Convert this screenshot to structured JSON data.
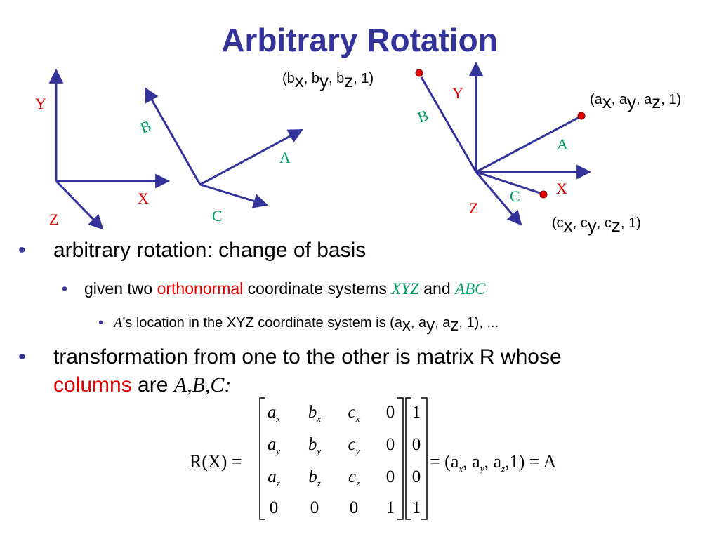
{
  "title": "Arbitrary Rotation",
  "colors": {
    "title": "#333399",
    "axes": "#333399",
    "xyz_labels": "#e00000",
    "abc_labels": "#009966",
    "point": "#e00000"
  },
  "diagram": {
    "left_xyz": {
      "y": "Y",
      "x": "X",
      "z": "Z"
    },
    "middle_abc": {
      "b": "B",
      "a": "A",
      "c": "C"
    },
    "right": {
      "b": "B",
      "y": "Y",
      "a": "A",
      "x": "X",
      "c": "C",
      "z": "Z"
    },
    "points": {
      "b": {
        "pre": "(b",
        "s1": "x",
        "m1": ", b",
        "s2": "y",
        "m2": ", b",
        "s3": "z",
        "post": ", 1)"
      },
      "a": {
        "pre": "(a",
        "s1": "x",
        "m1": ", a",
        "s2": "y",
        "m2": ", a",
        "s3": "z",
        "post": ", 1)"
      },
      "c": {
        "pre": "(c",
        "s1": "x",
        "m1": ", c",
        "s2": "y",
        "m2": ", c",
        "s3": "z",
        "post": ", 1)"
      }
    }
  },
  "bullets": {
    "b1": "arbitrary rotation: change of basis",
    "b2": {
      "pre": "given two ",
      "red": "orthonormal",
      "mid": " coordinate systems ",
      "xyz": "XYZ",
      "and": " and ",
      "abc": "ABC"
    },
    "b3": {
      "a": "A",
      "rest": "’s location in the XYZ coordinate system is (a",
      "s1": "x",
      "m1": ", a",
      "s2": "y",
      "m2": ", a",
      "s3": "z",
      "post": ", 1), ..."
    },
    "b4_line1": "transformation from one to the other is matrix R whose",
    "b4_line2": {
      "red": "columns",
      "mid": " are ",
      "ital": "A,B,C:"
    }
  },
  "equation": {
    "lhs": "R(X) =",
    "matrix": [
      [
        "a",
        "x",
        "b",
        "x",
        "c",
        "x",
        "0"
      ],
      [
        "a",
        "y",
        "b",
        "y",
        "c",
        "y",
        "0"
      ],
      [
        "a",
        "z",
        "b",
        "z",
        "c",
        "z",
        "0"
      ],
      [
        "0",
        "",
        "0",
        "",
        "0",
        "",
        "1"
      ]
    ],
    "vector": [
      "1",
      "0",
      "0",
      "1"
    ],
    "rhs_pre": "= (a",
    "rhs_s1": "x",
    "rhs_m1": ", a",
    "rhs_s2": "y",
    "rhs_m2": ", a",
    "rhs_s3": "z",
    "rhs_post": ",1) = A"
  }
}
